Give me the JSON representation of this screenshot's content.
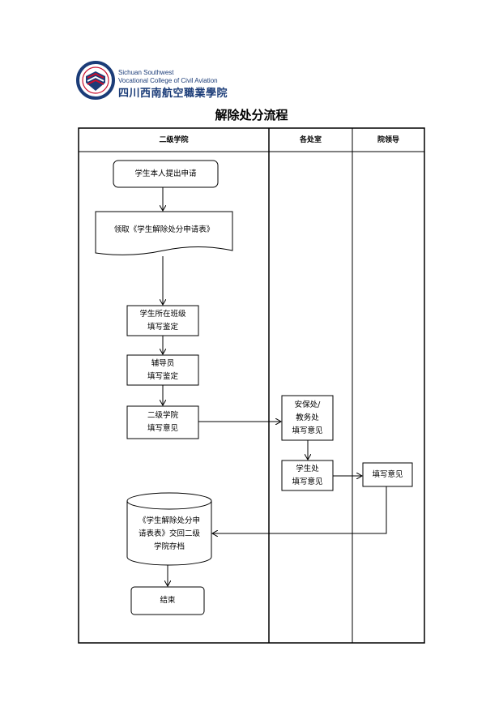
{
  "header": {
    "school_en_line1": "Sichuan Southwest",
    "school_en_line2": "Vocational College of Civil Aviation",
    "school_cn": "四川西南航空職業學院"
  },
  "title": "解除处分流程",
  "lanes": {
    "college": "二级学院",
    "offices": "各处室",
    "leadership": "院领导"
  },
  "nodes": {
    "apply": "学生本人提出申请",
    "get_form": "领取《学生解除处分申请表》",
    "class_appraisal": "学生所在班级\n填写鉴定",
    "counselor": "辅导员\n填写鉴定",
    "college_opinion": "二级学院\n填写意见",
    "security_academic": "安保处/\n教务处\n填写意见",
    "student_affairs": "学生处\n填写意见",
    "leader_opinion": "填写意见",
    "archive": "《学生解除处分申\n请表表》交回二级\n学院存档",
    "end": "结束"
  },
  "colors": {
    "logo_blue": "#1b3c78",
    "logo_red": "#c8102e"
  }
}
